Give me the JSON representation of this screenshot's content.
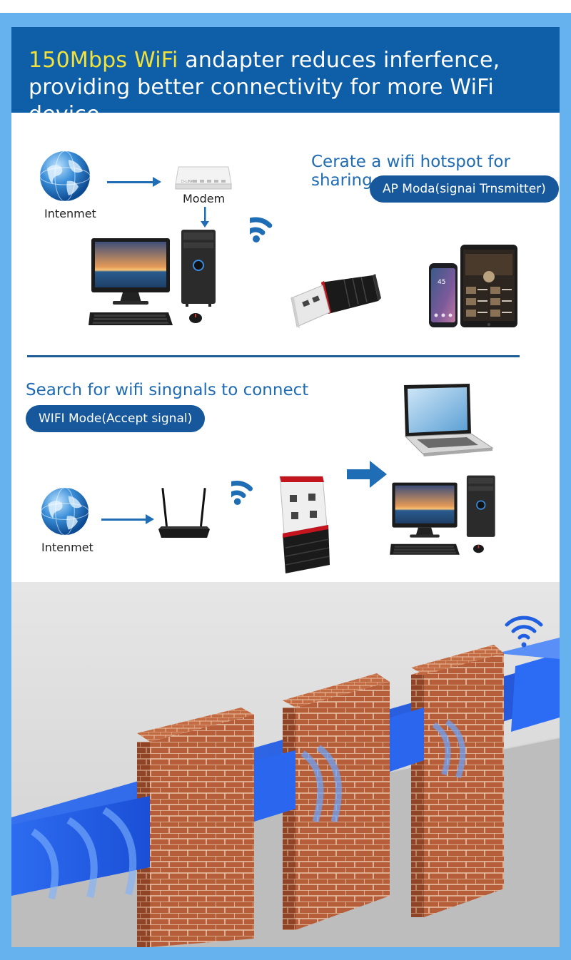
{
  "header": {
    "highlight": "150Mbps WiFi",
    "line1_rest": " andapter reduces inferfence,",
    "line2": "providing better connectivity for more WiFi device"
  },
  "ap_section": {
    "title": "Cerate a wifi hotspot for sharing",
    "mode_label": "AP Moda(signai Trnsmitter)",
    "internet_label": "Intenmet",
    "modem_label": "Modem"
  },
  "wifi_section": {
    "title": "Search for wifi singnals to connect",
    "mode_label": "WIFI Mode(Accept signal)",
    "internet_label": "Intenmet"
  },
  "colors": {
    "header_bg": "#0f5ea8",
    "highlight": "#f2e23a",
    "pill_bg": "#16589b",
    "frame": "#66b2ee",
    "brick": "#b5603a",
    "beam": "#1f5fe0"
  }
}
